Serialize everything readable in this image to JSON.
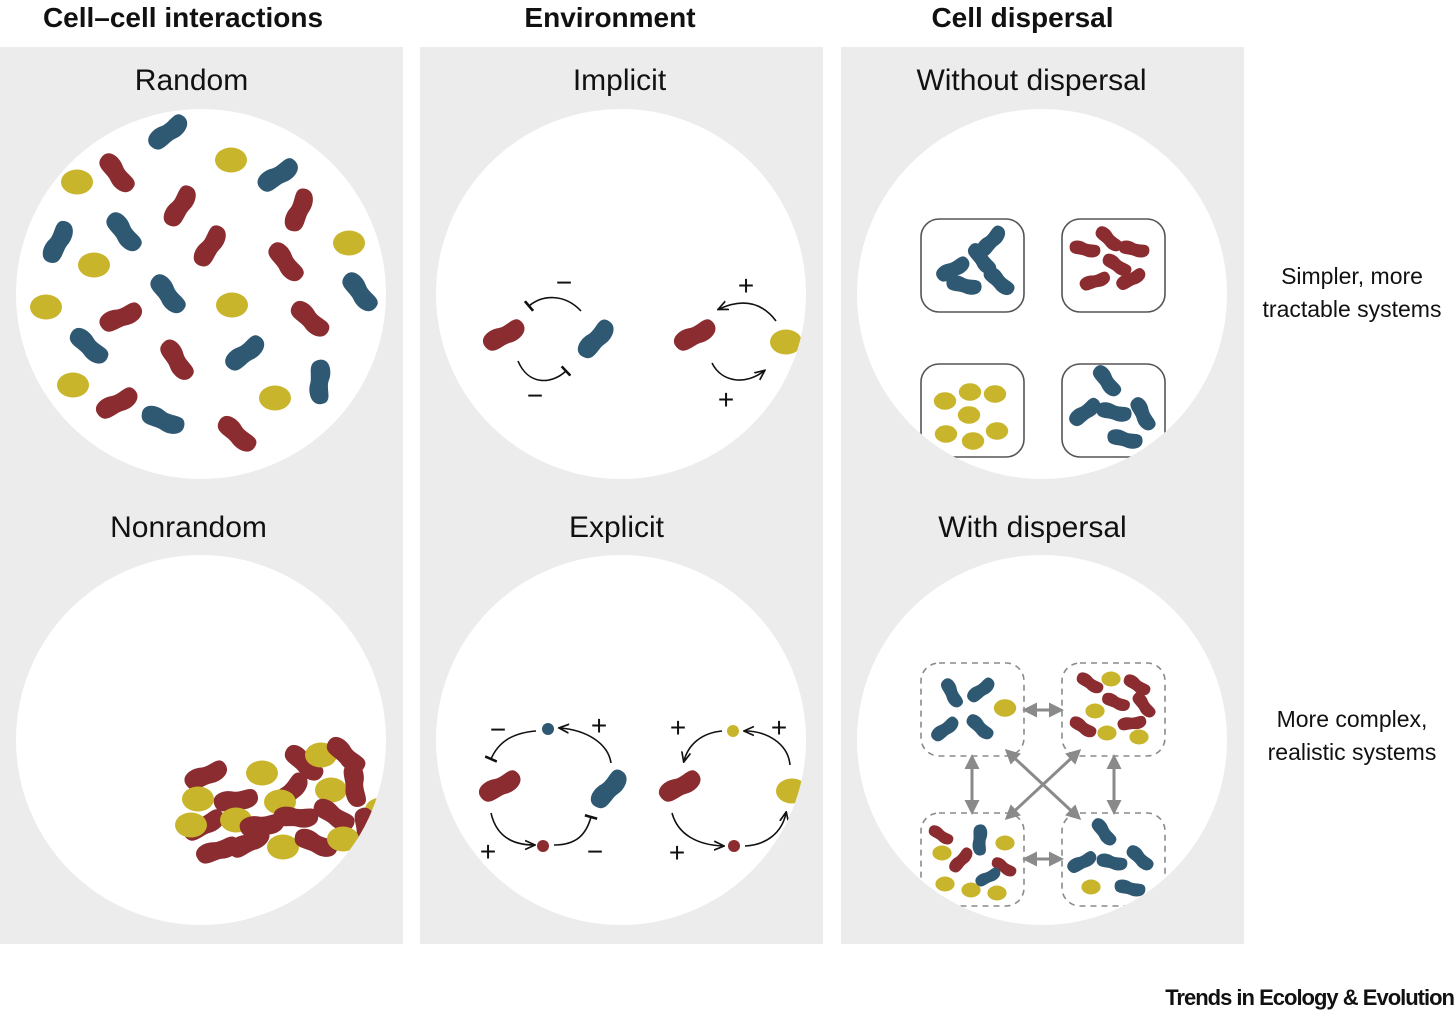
{
  "columns": [
    {
      "title": "Cell–cell interactions",
      "top_label": "Random",
      "bottom_label": "Nonrandom"
    },
    {
      "title": "Environment",
      "top_label": "Implicit",
      "bottom_label": "Explicit"
    },
    {
      "title": "Cell dispersal",
      "top_label": "Without dispersal",
      "bottom_label": "With dispersal"
    }
  ],
  "side_labels": {
    "top": [
      "Simpler, more",
      "tractable systems"
    ],
    "bottom": [
      "More complex,",
      "realistic systems"
    ]
  },
  "signs": {
    "minus": "−",
    "plus": "+"
  },
  "footer": "Trends in Ecology & Evolution",
  "colors": {
    "panel_bg": "#ececec",
    "circle_bg": "#ffffff",
    "red_cell": "#8b2c30",
    "blue_cell": "#2f5872",
    "yellow_cell": "#c8b52c",
    "arrow_gray": "#8a8a8a"
  }
}
